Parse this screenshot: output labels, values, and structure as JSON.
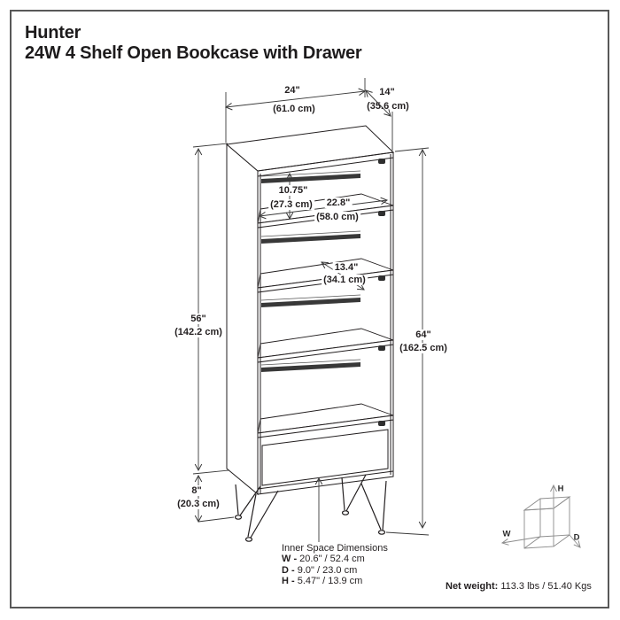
{
  "header": {
    "brand": "Hunter",
    "product": "24W 4 Shelf Open Bookcase with Drawer"
  },
  "dimensions": {
    "width": {
      "in": "24\"",
      "cm": "(61.0 cm)"
    },
    "depth": {
      "in": "14\"",
      "cm": "(35.6 cm)"
    },
    "body_height": {
      "in": "56\"",
      "cm": "(142.2 cm)"
    },
    "leg_height": {
      "in": "8\"",
      "cm": "(20.3 cm)"
    },
    "total_height": {
      "in": "64\"",
      "cm": "(162.5 cm)"
    },
    "shelf_gap": {
      "in": "10.75\"",
      "cm": "(27.3 cm)"
    },
    "inner_width": {
      "in": "22.8\"",
      "cm": "(58.0 cm)"
    },
    "shelf_depth": {
      "in": "13.4\"",
      "cm": "(34.1 cm)"
    }
  },
  "inner_space": {
    "title": "Inner Space Dimensions",
    "rows": [
      {
        "axis": "W - ",
        "value": "20.6\" / 52.4 cm"
      },
      {
        "axis": "D - ",
        "value": "9.0\" / 23.0 cm"
      },
      {
        "axis": "H - ",
        "value": "5.47\" / 13.9 cm"
      }
    ]
  },
  "net_weight": {
    "label": "Net weight:",
    "value": " 113.3 lbs / 51.40 Kgs"
  },
  "axis_cube": {
    "h": "H",
    "w": "W",
    "d": "D"
  },
  "colors": {
    "line": "#231f20",
    "dimension_line": "#3a3a3a",
    "rail_fill": "#383838",
    "border": "#585858",
    "cube_line": "#8c8c8c",
    "background": "#ffffff"
  }
}
